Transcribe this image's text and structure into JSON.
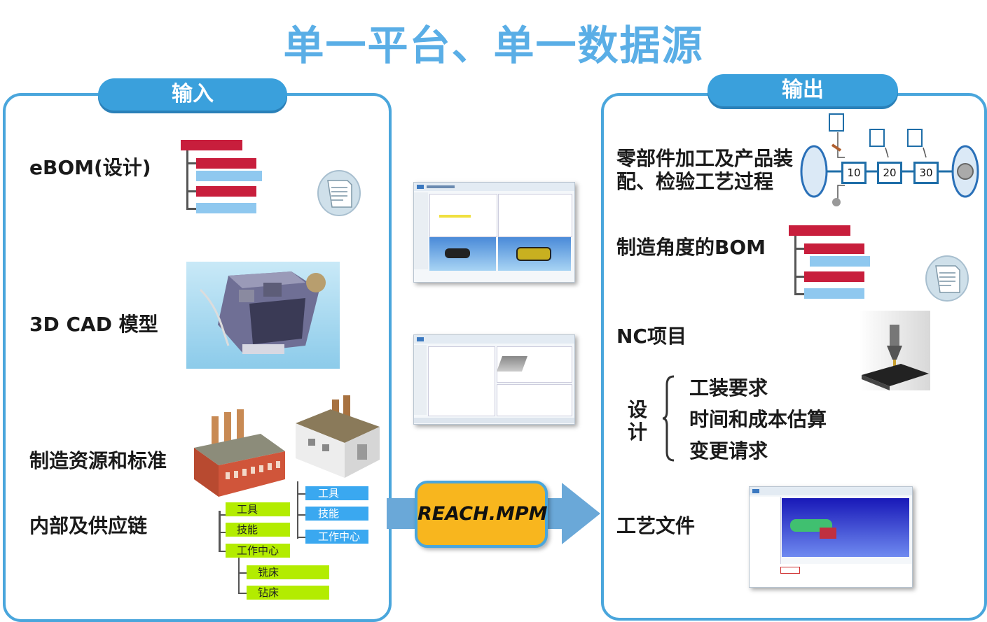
{
  "title": "单一平台、单一数据源",
  "input": {
    "header": "输入",
    "ebom": "eBOM(设计)",
    "cad": "3D CAD 模型",
    "resources": "制造资源和标准",
    "supply": "内部及供应链",
    "tree_left": [
      "工具",
      "技能",
      "工作中心"
    ],
    "tree_sub": [
      "铣床",
      "钻床"
    ],
    "tree_right": [
      "工具",
      "技能",
      "工作中心"
    ]
  },
  "center": {
    "product": "REACH.MPM"
  },
  "output": {
    "header": "输出",
    "process_line1": "零部件加工及产品装",
    "process_line2": "配、检验工艺过程",
    "steps": [
      "10",
      "20",
      "30"
    ],
    "mbom": "制造角度的BOM",
    "nc": "NC项目",
    "design_label": "设计",
    "design_items": [
      "工装要求",
      "时间和成本估算",
      "变更请求"
    ],
    "doc": "工艺文件"
  },
  "colors": {
    "title": "#5aaee6",
    "panel_border": "#4aa6dc",
    "pill": "#3aa0dc",
    "bar_red": "#c81e3c",
    "bar_blue": "#8fc8ef",
    "tree_green": "#b3ec00",
    "tree_blue": "#3aa8f0",
    "reach_fill": "#f8b61e",
    "arrow": "#6aa8d8"
  }
}
